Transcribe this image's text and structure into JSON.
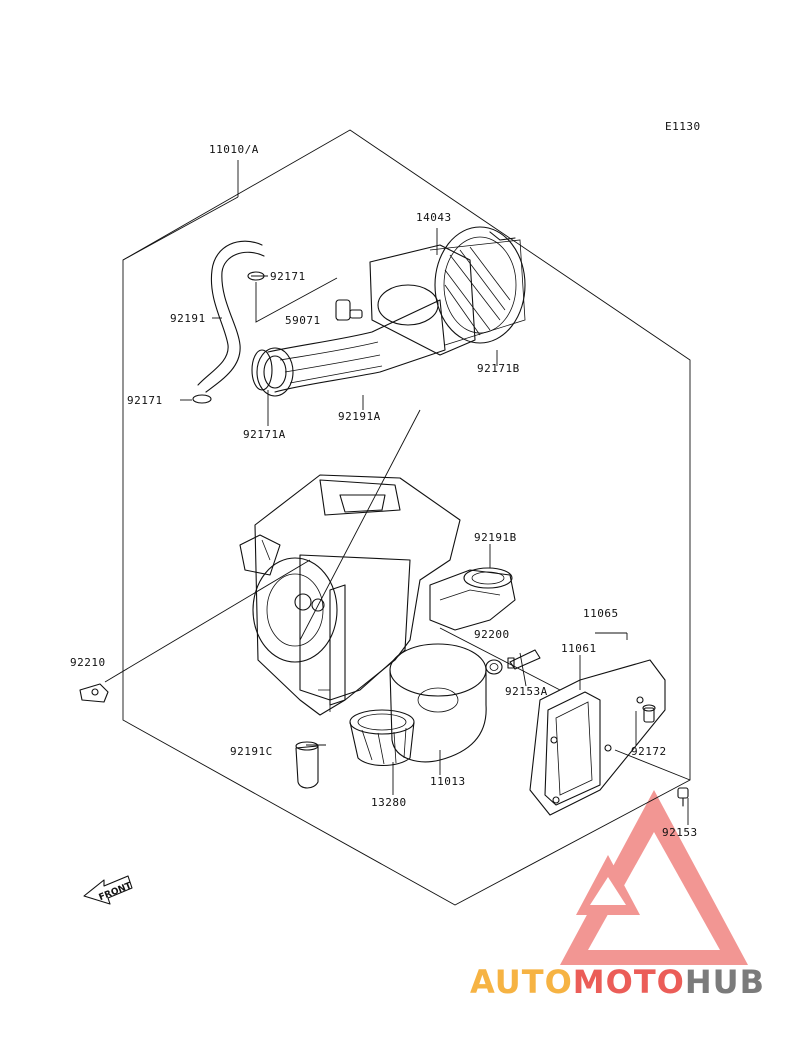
{
  "diagram_code": "E1130",
  "labels": {
    "assembly": "11010/A",
    "filter_screen": "14043",
    "band_top": "92171",
    "hose": "92191",
    "fitting": "59071",
    "band_clip": "92171",
    "band_b": "92171B",
    "duct_hose_a": "92191A",
    "band_a": "92171A",
    "bracket": "92210",
    "hose_b": "92191B",
    "grommet": "92200",
    "bolt_a": "92153A",
    "cover_kit": "11065",
    "cover": "11061",
    "screw": "92172",
    "bolt": "92153",
    "drain_hose": "92191C",
    "holder": "13280",
    "element": "11013"
  },
  "front_marker": "FRONT",
  "watermark": {
    "auto": "AUTO",
    "moto": "MOTO",
    "hub": "HUB",
    "color_orange": "#f5a623",
    "color_red": "#e8413c",
    "color_gray": "#6d6d6d"
  }
}
